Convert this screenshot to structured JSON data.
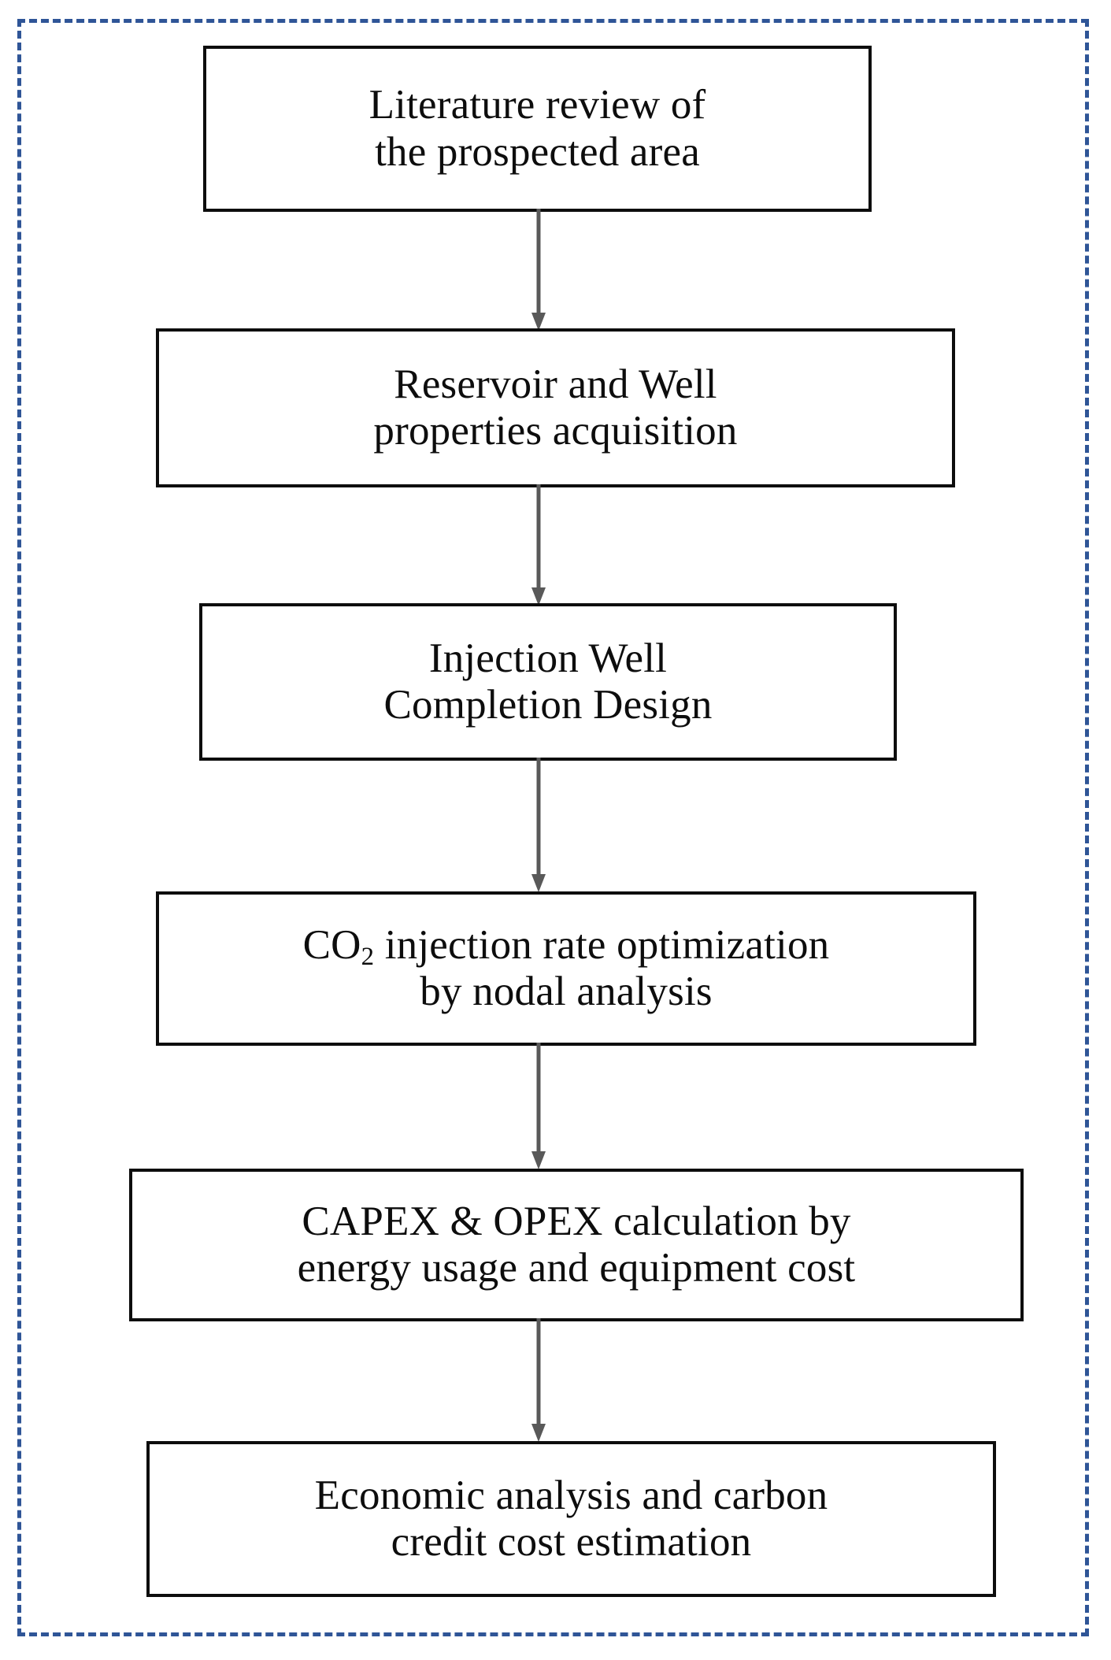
{
  "diagram": {
    "title": "CO2 injection project workflow flowchart",
    "frame": {
      "style": "dashed",
      "color": "#2f5597"
    },
    "box_border_color": "#0d0d0d",
    "arrow_color": "#595959",
    "text_color": "#0d0d0d",
    "steps": [
      {
        "id": "literature-review",
        "order": 1,
        "line1": "Literature review of",
        "line2": "the prospected area",
        "text": "Literature review of\nthe prospected area"
      },
      {
        "id": "reservoir-props",
        "order": 2,
        "line1": "Reservoir and Well",
        "line2": "properties acquisition",
        "text": "Reservoir and Well\nproperties acquisition"
      },
      {
        "id": "well-completion",
        "order": 3,
        "line1": "Injection Well",
        "line2": "Completion Design",
        "text": "Injection Well\nCompletion Design"
      },
      {
        "id": "co2-optimization",
        "order": 4,
        "line1_pre": "CO",
        "line1_sub": "2",
        "line1_post": " injection rate optimization",
        "line2": "by nodal analysis",
        "text": "CO2 injection rate optimization\nby nodal analysis"
      },
      {
        "id": "capex-opex",
        "order": 5,
        "line1": "CAPEX & OPEX calculation by",
        "line2": "energy usage and equipment cost",
        "text": "CAPEX & OPEX calculation by\nenergy usage and equipment cost"
      },
      {
        "id": "economic-analysis",
        "order": 6,
        "line1": "Economic analysis and carbon",
        "line2": "credit cost estimation",
        "text": "Economic analysis and carbon\ncredit cost estimation"
      }
    ],
    "connectors": [
      {
        "id": "arrow-1",
        "from": "literature-review",
        "to": "reservoir-props"
      },
      {
        "id": "arrow-2",
        "from": "reservoir-props",
        "to": "well-completion"
      },
      {
        "id": "arrow-3",
        "from": "well-completion",
        "to": "co2-optimization"
      },
      {
        "id": "arrow-4",
        "from": "co2-optimization",
        "to": "capex-opex"
      },
      {
        "id": "arrow-5",
        "from": "capex-opex",
        "to": "economic-analysis"
      }
    ]
  }
}
